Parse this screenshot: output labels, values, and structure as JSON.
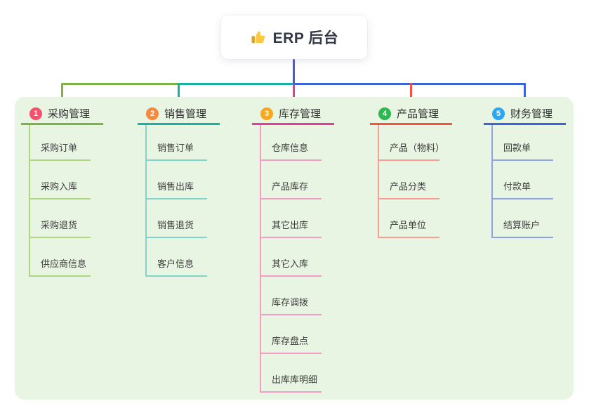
{
  "root": {
    "title": "ERP 后台",
    "icon": "thumbs-up-icon"
  },
  "panel_background": "#e9f5e3",
  "connector_colors": {
    "root_stem": "#4a5bd6"
  },
  "branches": [
    {
      "number": "1",
      "label": "采购管理",
      "badge_color": "#f4516c",
      "line_color": "#7cb342",
      "line_color_light": "#aed581",
      "children": [
        "采购订单",
        "采购入库",
        "采购退货",
        "供应商信息"
      ]
    },
    {
      "number": "2",
      "label": "销售管理",
      "badge_color": "#f8883c",
      "line_color": "#1bb0a5",
      "line_color_light": "#82d3cb",
      "children": [
        "销售订单",
        "销售出库",
        "销售退货",
        "客户信息"
      ]
    },
    {
      "number": "3",
      "label": "库存管理",
      "badge_color": "#f9a81d",
      "line_color": "#e03d9c",
      "line_color_light": "#f29cc6",
      "children": [
        "仓库信息",
        "产品库存",
        "其它出库",
        "其它入库",
        "库存调拨",
        "库存盘点",
        "出库库明细"
      ]
    },
    {
      "number": "4",
      "label": "产品管理",
      "badge_color": "#2fb750",
      "line_color": "#f4533f",
      "line_color_light": "#f99e90",
      "children": [
        "产品（物料）",
        "产品分类",
        "产品单位"
      ]
    },
    {
      "number": "5",
      "label": "财务管理",
      "badge_color": "#2ba6f2",
      "line_color": "#3d63db",
      "line_color_light": "#8fa3e8",
      "children": [
        "回款单",
        "付款单",
        "结算账户"
      ]
    }
  ]
}
